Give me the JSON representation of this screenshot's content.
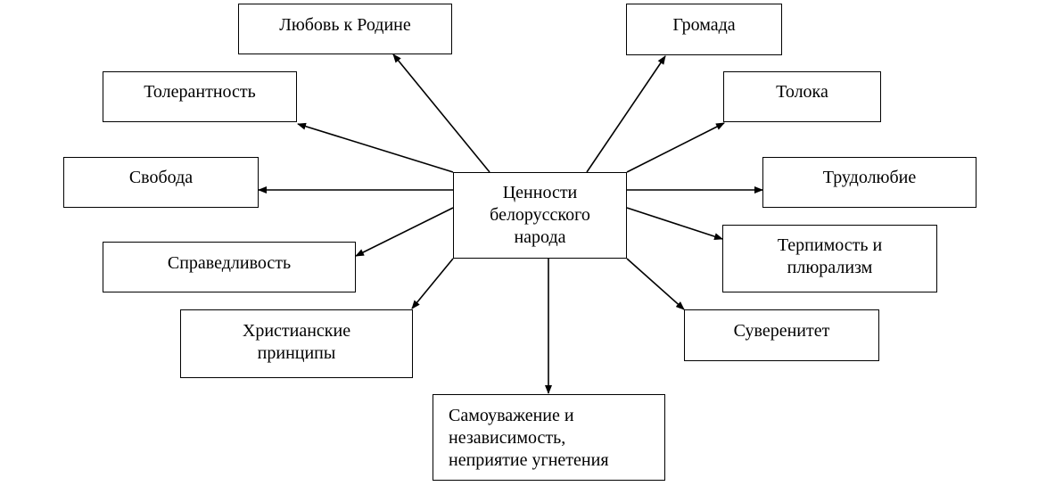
{
  "diagram": {
    "center": "Ценности\nбелорусского\nнарода",
    "nodes": {
      "love_homeland": "Любовь к Родине",
      "hromada": "Громада",
      "tolerance": "Толерантность",
      "toloka": "Толока",
      "freedom": "Свобода",
      "diligence": "Трудолюбие",
      "justice": "Справедливость",
      "patience_pluralism": "Терпимость и\nплюрализм",
      "christian_principles": "Христианские\nпринципы",
      "sovereignty": "Суверенитет",
      "self_respect": "Самоуважение и\nнезависимость,\nнеприятие угнетения"
    }
  }
}
